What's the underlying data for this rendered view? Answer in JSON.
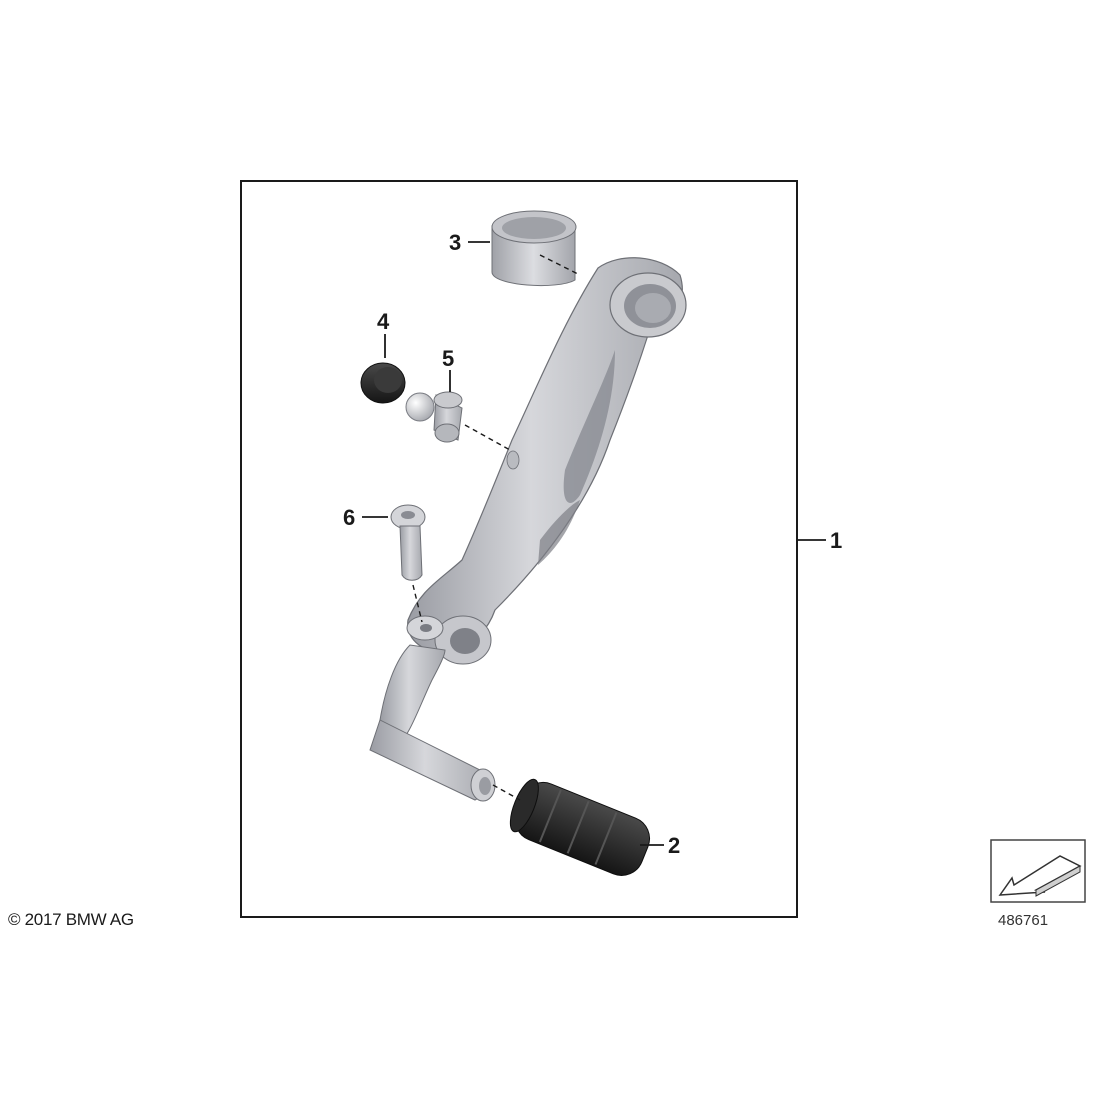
{
  "callouts": {
    "c1": "1",
    "c2": "2",
    "c3": "3",
    "c4": "4",
    "c5": "5",
    "c6": "6"
  },
  "copyright": "© 2017 BMW AG",
  "reference_number": "486761",
  "icons": {
    "orientation": "front-direction-arrow-icon"
  },
  "colors": {
    "line": "#1a1a1a",
    "metal_light": "#d9dade",
    "metal_mid": "#b4b6bc",
    "metal_dark": "#8e9097",
    "rubber": "#262626"
  }
}
